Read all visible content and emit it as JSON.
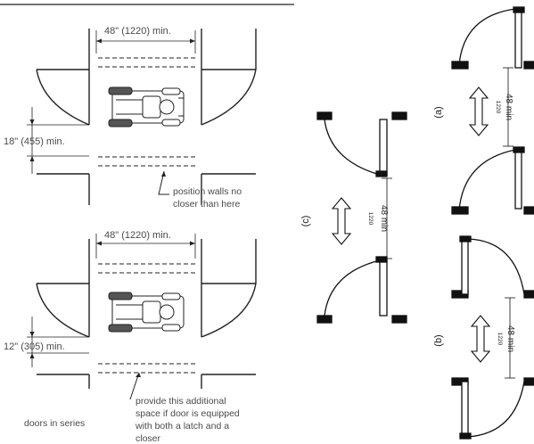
{
  "top_plan": {
    "width_label": "48\" (1220) min.",
    "clear_label": "18\" (455) min.",
    "note_lines": [
      "position walls no",
      "closer than here"
    ]
  },
  "bottom_plan": {
    "width_label": "48\" (1220) min.",
    "clear_label": "12\" (305) min.",
    "note_lines": [
      "provide this additional",
      "space if door is equipped",
      "with both a latch and a",
      "closer"
    ],
    "caption": "doors in series"
  },
  "variant_a": {
    "letter": "(a)",
    "dim_main": "48 min",
    "dim_sub": "1220"
  },
  "variant_b": {
    "letter": "(b)",
    "dim_main": "48 min",
    "dim_sub": "1220"
  },
  "variant_c": {
    "letter": "(c)",
    "dim_main": "48 min",
    "dim_sub": "1220"
  }
}
